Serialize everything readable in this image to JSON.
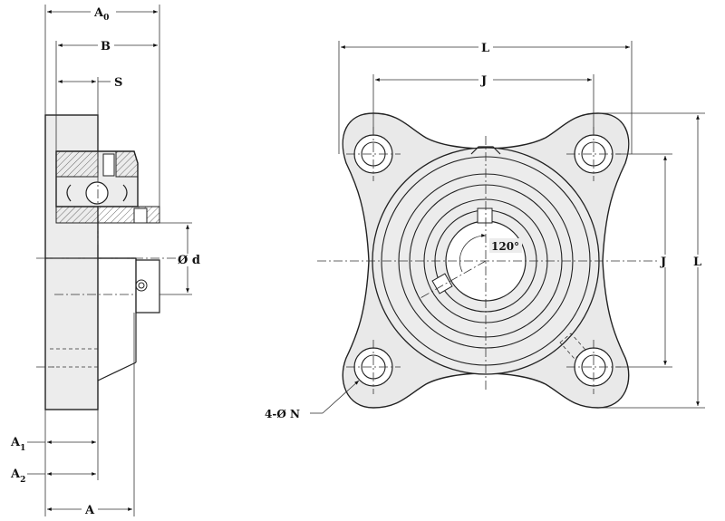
{
  "side_view": {
    "dims": {
      "A0": {
        "main": "A",
        "sub": "0"
      },
      "B": "B",
      "S": "S",
      "d": "Ø d",
      "A1": {
        "main": "A",
        "sub": "1"
      },
      "A2": {
        "main": "A",
        "sub": "2"
      },
      "A": "A"
    }
  },
  "front_view": {
    "dims": {
      "L_top": "L",
      "J_top": "J",
      "J_right": "J",
      "L_right": "L",
      "angle": "120°",
      "bolt_holes": "4-Ø N"
    }
  }
}
